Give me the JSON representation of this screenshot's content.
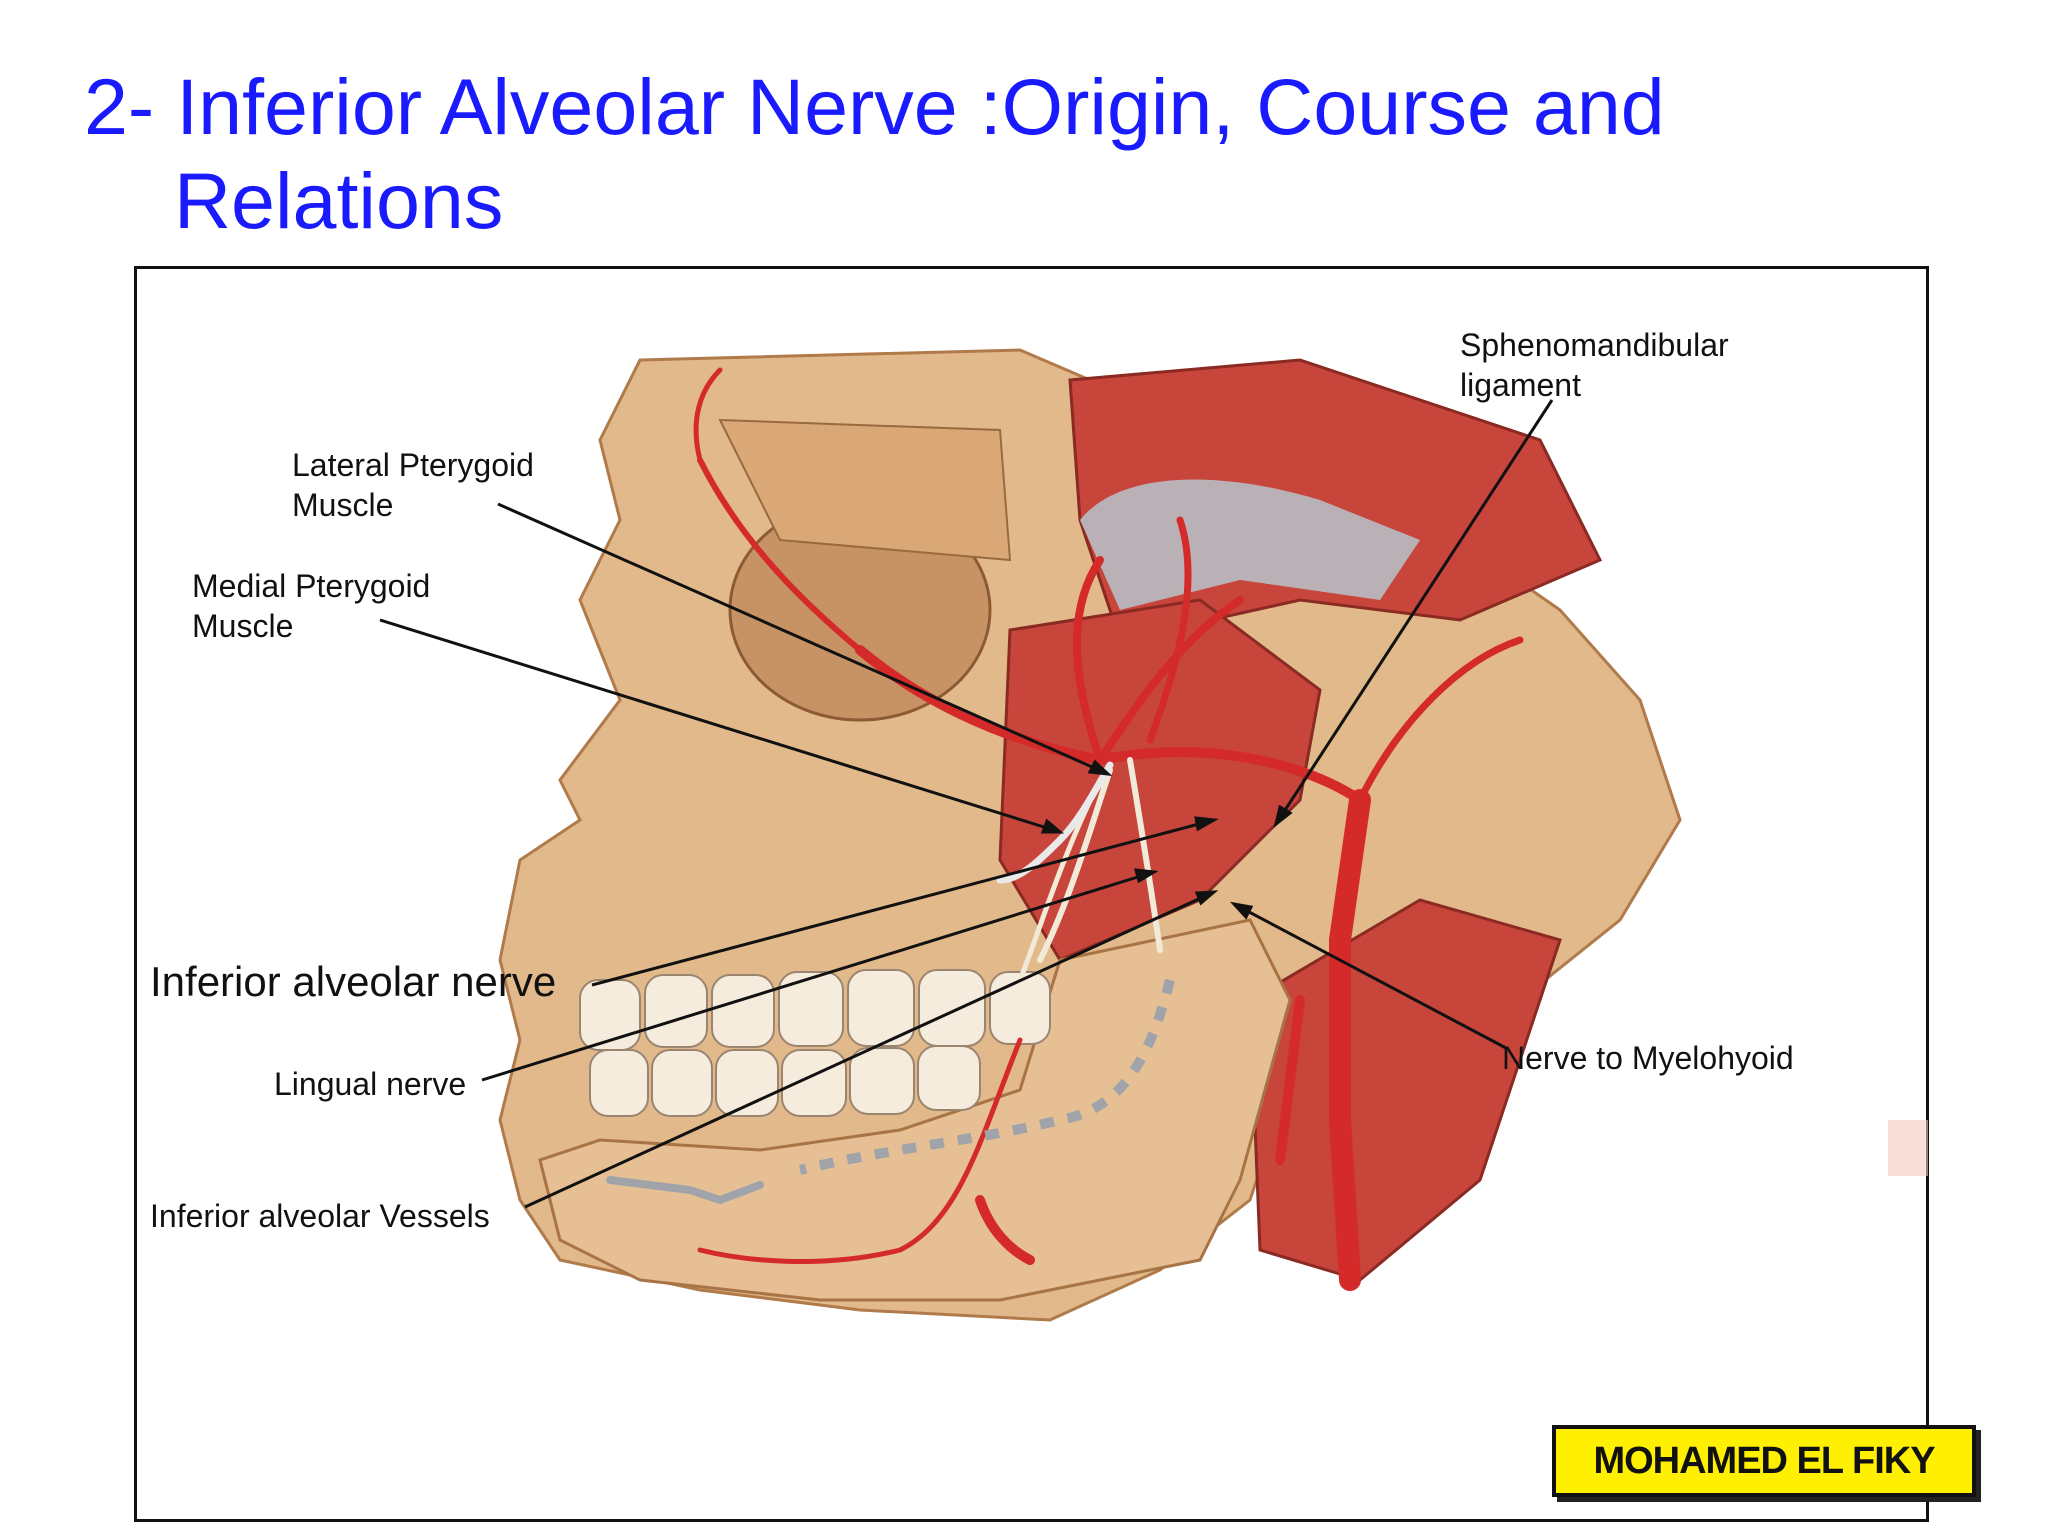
{
  "slide": {
    "title_line1": "2- Inferior Alveolar Nerve :Origin, Course and",
    "title_line2": "Relations",
    "title_color": "#1a1aff"
  },
  "figure": {
    "labels": {
      "sphenomandibular": "Sphenomandibular\nligament",
      "lateral_pterygoid": "Lateral Pterygoid\nMuscle",
      "medial_pterygoid": "Medial Pterygoid\nMuscle",
      "inferior_alveolar_nerve": "Inferior alveolar nerve",
      "lingual_nerve": "Lingual nerve",
      "inferior_alveolar_vessels": "Inferior alveolar Vessels",
      "nerve_to_myelohyoid": "Nerve to Myelohyoid"
    },
    "colors": {
      "bone": "#e2b98a",
      "artery": "#d42a2a",
      "muscle": "#c8453c",
      "nerve": "#f2ead8",
      "tendon": "#b8bcc4"
    }
  },
  "watermark": {
    "text": "MOHAMED EL FIKY",
    "color": "#ffef00"
  }
}
